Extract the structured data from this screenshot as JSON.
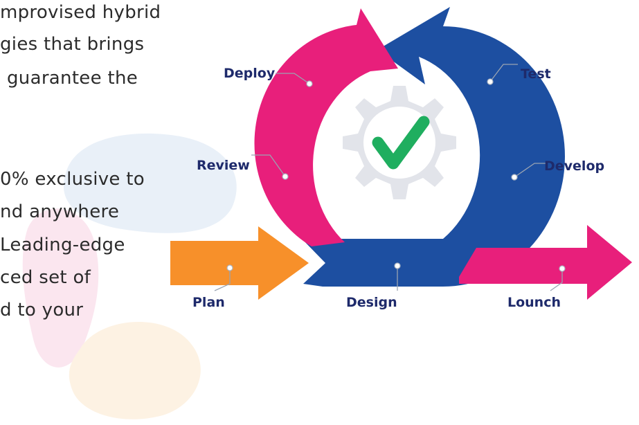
{
  "text_lines": [
    "mprovised hybrid",
    "gies that brings",
    "guarantee the",
    "0% exclusive to",
    "nd anywhere",
    "Leading-edge",
    "ced set of",
    "d to your"
  ],
  "stages": {
    "deploy": "Deploy",
    "test": "Test",
    "review": "Review",
    "develop": "Develop",
    "plan": "Plan",
    "design": "Design",
    "launch": "Lounch"
  },
  "colors": {
    "blue": "#1d4fa1",
    "magenta": "#e81f7b",
    "orange": "#f7902a",
    "gear": "#e2e4ea",
    "check": "#1fae5f"
  }
}
